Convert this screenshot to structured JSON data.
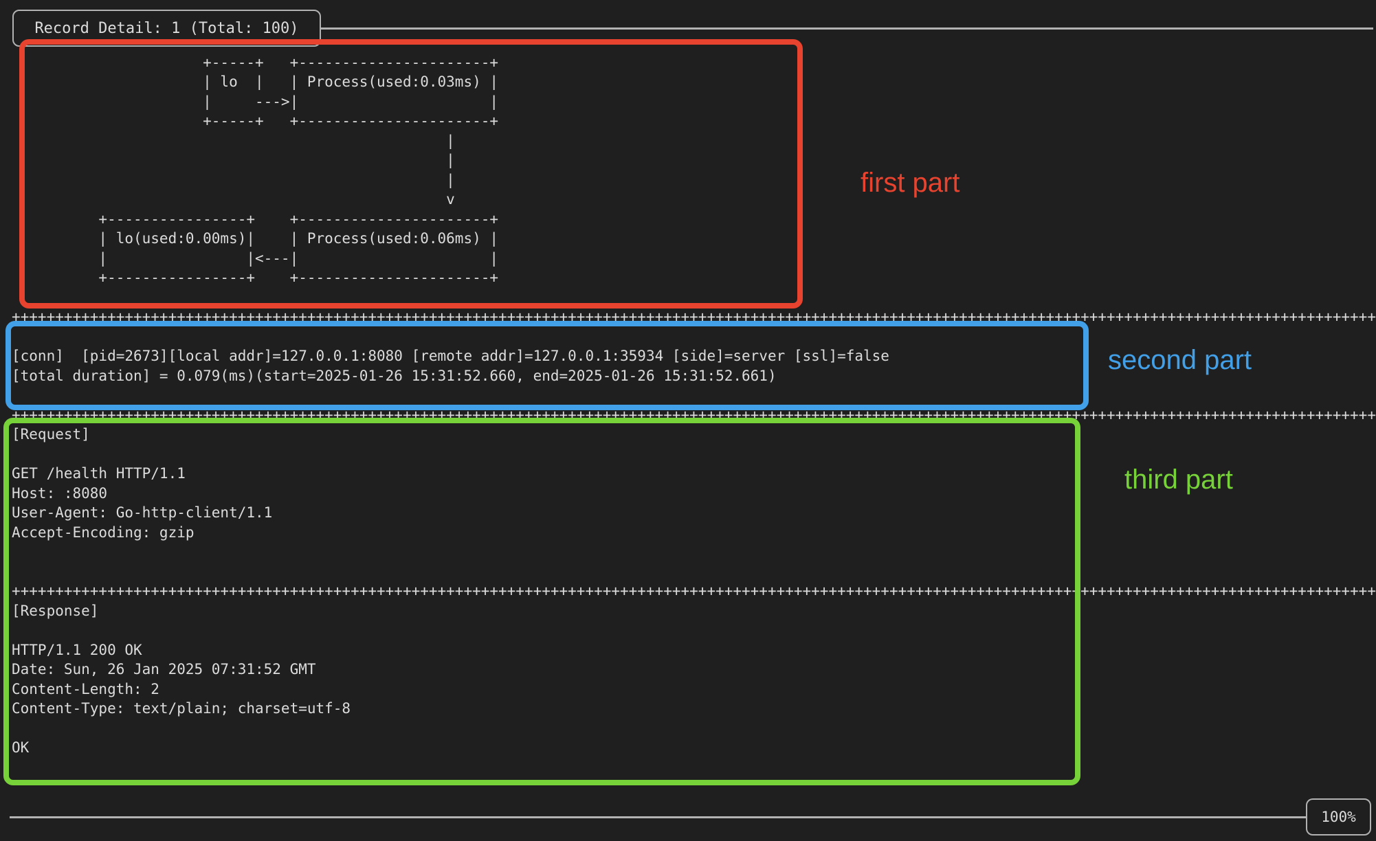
{
  "window": {
    "title": "Record Detail: 1 (Total: 100)",
    "zoom_level": "100%"
  },
  "colors": {
    "background": "#1f1f1f",
    "terminal_text": "#dcdcdc",
    "terminal_border": "#b2b2b2",
    "annotation_red": "#e8432e",
    "annotation_blue": "#41a0e8",
    "annotation_green": "#77d23a"
  },
  "annotations": {
    "first": {
      "label": "first part",
      "color": "#e8432e"
    },
    "second": {
      "label": "second part",
      "color": "#41a0e8"
    },
    "third": {
      "label": "third part",
      "color": "#77d23a"
    }
  },
  "terminal": {
    "lines": [
      "",
      "                      +-----+   +----------------------+",
      "                      | lo  |   | Process(used:0.03ms) |",
      "                      |     --->|                      |",
      "                      +-----+   +----------------------+",
      "                                                  |",
      "                                                  |",
      "                                                  |",
      "                                                  v",
      "          +----------------+    +----------------------+",
      "          | lo(used:0.00ms)|    | Process(used:0.06ms) |",
      "          |                |<---|                      |",
      "          +----------------+    +----------------------+",
      "",
      "++++++++++++++++++++++++++++++++++++++++++++++++++++++++++++++++++++++++++++++++++++++++++++++++++++++++++++++++++++++++++++++++++++++++++++++++++++++++++++++",
      "",
      "[conn]  [pid=2673][local addr]=127.0.0.1:8080 [remote addr]=127.0.0.1:35934 [side]=server [ssl]=false",
      "[total duration] = 0.079(ms)(start=2025-01-26 15:31:52.660, end=2025-01-26 15:31:52.661)",
      "",
      "++++++++++++++++++++++++++++++++++++++++++++++++++++++++++++++++++++++++++++++++++++++++++++++++++++++++++++++++++++++++++++++++++++++++++++++++++++++++++++++",
      "[Request]",
      "",
      "GET /health HTTP/1.1",
      "Host: :8080",
      "User-Agent: Go-http-client/1.1",
      "Accept-Encoding: gzip",
      "",
      "",
      "++++++++++++++++++++++++++++++++++++++++++++++++++++++++++++++++++++++++++++++++++++++++++++++++++++++++++++++++++++++++++++++++++++++++++++++++++++++++++++++",
      "[Response]",
      "",
      "HTTP/1.1 200 OK",
      "Date: Sun, 26 Jan 2025 07:31:52 GMT",
      "Content-Length: 2",
      "Content-Type: text/plain; charset=utf-8",
      "",
      "OK"
    ]
  }
}
